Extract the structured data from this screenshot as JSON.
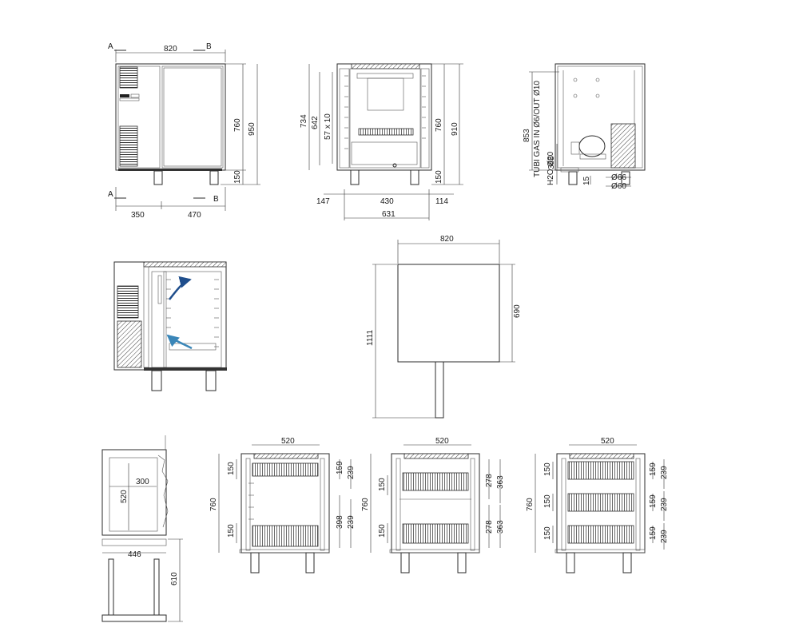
{
  "colors": {
    "line": "#2b2b2b",
    "arrow": "#1f4e8c",
    "arrow_light": "#3a86b8"
  },
  "section_marks": {
    "a": "A",
    "b": "B"
  },
  "view_front": {
    "width": "820",
    "height": "950",
    "body": "760",
    "legs": "150",
    "left_part": "350",
    "right_part": "470"
  },
  "view_side": {
    "h734": "734",
    "h642": "642",
    "h57x10": "57 x 10",
    "h760": "760",
    "h910": "910",
    "h150": "150",
    "w147": "147",
    "w430": "430",
    "w114": "114",
    "w631": "631"
  },
  "view_tech": {
    "h853": "853",
    "h385": "385",
    "gas": "TUBI GAS IN Ø6/OUT Ø10",
    "h2o": "H2O Ø20",
    "h15": "15",
    "d66": "Ø66",
    "d60": "Ø60"
  },
  "view_top": {
    "width": "820",
    "depth": "690",
    "door_open": "1111"
  },
  "view_cross": {
    "inner_w": "300",
    "inner_h": "520",
    "base_w": "446",
    "base_h": "610"
  },
  "panel_1": {
    "top_w": "520",
    "h760": "760",
    "s150a": "150",
    "s150b": "150",
    "r159": "159",
    "r239": "239",
    "r398": "398",
    "r239b": "239"
  },
  "panel_2": {
    "top_w": "520",
    "h760": "760",
    "s150a": "150",
    "s150b": "150",
    "r278a": "278",
    "r363a": "363",
    "r278b": "278",
    "r363b": "363"
  },
  "panel_3": {
    "top_w": "520",
    "h760": "760",
    "s150a": "150",
    "s150b": "150",
    "s150c": "150",
    "r159a": "159",
    "r239a": "239",
    "r159b": "159",
    "r239b": "239",
    "r159c": "159",
    "r239c": "239"
  }
}
